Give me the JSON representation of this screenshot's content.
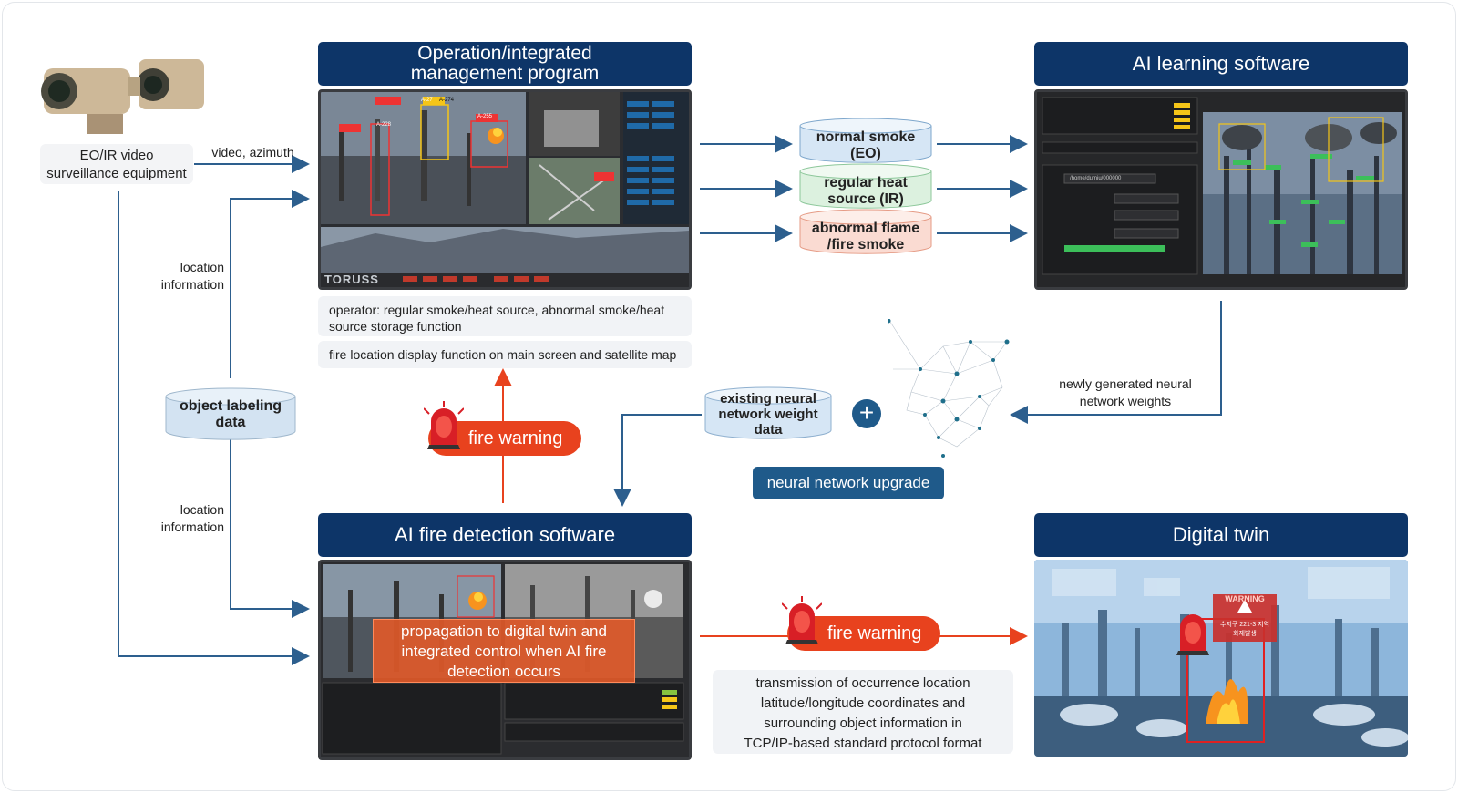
{
  "camera": {
    "label_line1": "EO/IR video",
    "label_line2": "surveillance equipment"
  },
  "edges": {
    "video_azimuth": "video, azimuth",
    "location_info_1_a": "location",
    "location_info_1_b": "information",
    "location_info_2_a": "location",
    "location_info_2_b": "information",
    "newly_generated_a": "newly generated neural",
    "newly_generated_b": "network weights"
  },
  "object_labeling": {
    "line1": "object labeling",
    "line2": "data"
  },
  "operation": {
    "title_line1": "Operation/integrated",
    "title_line2": "management program",
    "note1": "operator: regular smoke/heat source, abnormal smoke/heat source storage function",
    "note2": "fire location display function on main screen and satellite map",
    "brand": "TORUSS",
    "tags": [
      "A-27",
      "A-274",
      "A-228",
      "A-255"
    ]
  },
  "learning": {
    "title": "AI learning software",
    "path": "/home/dumiu/000000"
  },
  "categories": [
    {
      "line1": "normal smoke",
      "line2": "(EO)"
    },
    {
      "line1": "regular heat",
      "line2": "source (IR)"
    },
    {
      "line1": "abnormal flame",
      "line2": "/fire smoke"
    }
  ],
  "weights": {
    "line1": "existing neural",
    "line2": "network weight",
    "line3": "data"
  },
  "upgrade": {
    "label": "neural network upgrade",
    "plus": "+"
  },
  "fire_warning_top": "fire warning",
  "fire_warning_bottom": "fire warning",
  "detection": {
    "title": "AI fire detection software",
    "overlay_line1": "propagation to digital twin and",
    "overlay_line2": "integrated control when AI fire",
    "overlay_line3": "detection occurs"
  },
  "twin": {
    "title": "Digital twin",
    "warning_line1": "수지구 221-3 지역",
    "warning_line2": "화재발생",
    "warning_title": "WARNING"
  },
  "transmission": {
    "line1": "transmission of occurrence location",
    "line2": "latitude/longitude coordinates and",
    "line3": "surrounding object information in",
    "line4": "TCP/IP-based standard protocol format"
  },
  "colors": {
    "navy": "#0d3568",
    "blue_arrow": "#2d5f8e",
    "red": "#e8421e",
    "smoke": "#cfe0f0",
    "heat": "#d8f0dc",
    "flame": "#f8d8cf"
  }
}
